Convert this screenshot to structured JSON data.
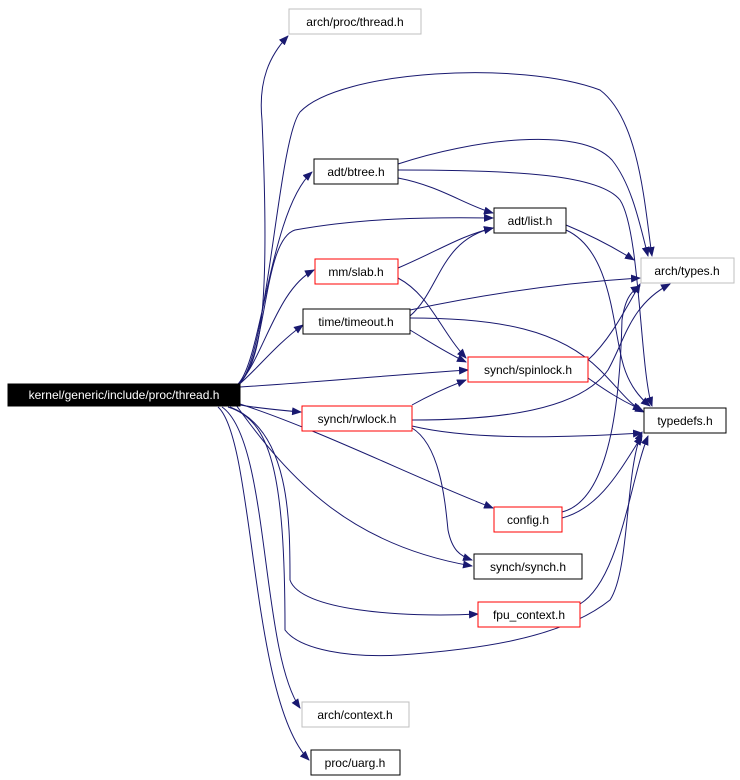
{
  "colors": {
    "edge": "#191970",
    "root_fill": "#000000",
    "root_text": "#ffffff",
    "documented_border": "#000000",
    "truncated_border": "#ff0000",
    "undocumented_border": "#bfbfbf"
  },
  "nodes": {
    "root": {
      "label": "kernel/generic/include/proc/thread.h",
      "style": "root"
    },
    "arch_proc_thread": {
      "label": "arch/proc/thread.h",
      "style": "undocumented"
    },
    "adt_btree": {
      "label": "adt/btree.h",
      "style": "documented"
    },
    "adt_list": {
      "label": "adt/list.h",
      "style": "documented"
    },
    "mm_slab": {
      "label": "mm/slab.h",
      "style": "truncated"
    },
    "arch_types": {
      "label": "arch/types.h",
      "style": "undocumented"
    },
    "time_timeout": {
      "label": "time/timeout.h",
      "style": "documented"
    },
    "synch_spinlock": {
      "label": "synch/spinlock.h",
      "style": "truncated"
    },
    "synch_rwlock": {
      "label": "synch/rwlock.h",
      "style": "truncated"
    },
    "typedefs": {
      "label": "typedefs.h",
      "style": "documented"
    },
    "config": {
      "label": "config.h",
      "style": "truncated"
    },
    "synch_synch": {
      "label": "synch/synch.h",
      "style": "documented"
    },
    "fpu_context": {
      "label": "fpu_context.h",
      "style": "truncated"
    },
    "arch_context": {
      "label": "arch/context.h",
      "style": "undocumented"
    },
    "proc_uarg": {
      "label": "proc/uarg.h",
      "style": "documented"
    }
  },
  "edges": [
    [
      "root",
      "arch_proc_thread"
    ],
    [
      "root",
      "arch_types"
    ],
    [
      "root",
      "adt_btree"
    ],
    [
      "root",
      "adt_list"
    ],
    [
      "root",
      "mm_slab"
    ],
    [
      "root",
      "time_timeout"
    ],
    [
      "root",
      "synch_spinlock"
    ],
    [
      "root",
      "synch_rwlock"
    ],
    [
      "root",
      "config"
    ],
    [
      "root",
      "synch_synch"
    ],
    [
      "root",
      "fpu_context"
    ],
    [
      "root",
      "typedefs"
    ],
    [
      "root",
      "arch_context"
    ],
    [
      "root",
      "proc_uarg"
    ],
    [
      "adt_btree",
      "adt_list"
    ],
    [
      "adt_btree",
      "arch_types"
    ],
    [
      "adt_btree",
      "typedefs"
    ],
    [
      "adt_list",
      "arch_types"
    ],
    [
      "adt_list",
      "typedefs"
    ],
    [
      "mm_slab",
      "adt_list"
    ],
    [
      "mm_slab",
      "synch_spinlock"
    ],
    [
      "time_timeout",
      "adt_list"
    ],
    [
      "time_timeout",
      "arch_types"
    ],
    [
      "time_timeout",
      "synch_spinlock"
    ],
    [
      "time_timeout",
      "typedefs"
    ],
    [
      "synch_spinlock",
      "arch_types"
    ],
    [
      "synch_spinlock",
      "typedefs"
    ],
    [
      "synch_rwlock",
      "synch_spinlock"
    ],
    [
      "synch_rwlock",
      "arch_types"
    ],
    [
      "synch_rwlock",
      "typedefs"
    ],
    [
      "synch_rwlock",
      "synch_synch"
    ],
    [
      "config",
      "arch_types"
    ],
    [
      "config",
      "typedefs"
    ],
    [
      "fpu_context",
      "typedefs"
    ]
  ]
}
